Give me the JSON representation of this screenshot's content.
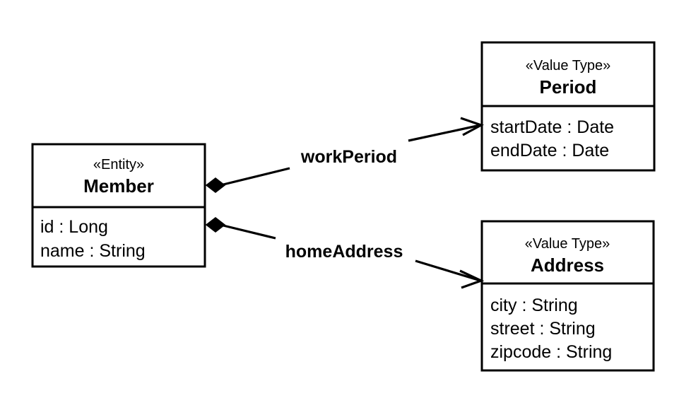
{
  "diagram": {
    "kind": "uml-class-diagram",
    "background_color": "#ffffff",
    "line_color": "#000000"
  },
  "classes": {
    "member": {
      "stereotype": "«Entity»",
      "name": "Member",
      "attributes": [
        "id : Long",
        "name : String"
      ]
    },
    "period": {
      "stereotype": "«Value Type»",
      "name": "Period",
      "attributes": [
        "startDate : Date",
        "endDate : Date"
      ]
    },
    "address": {
      "stereotype": "«Value Type»",
      "name": "Address",
      "attributes": [
        "city : String",
        "street : String",
        "zipcode : String"
      ]
    }
  },
  "associations": [
    {
      "label": "workPeriod",
      "from": "Member",
      "to": "Period",
      "source_decoration": "filled-diamond",
      "target_decoration": "open-arrow"
    },
    {
      "label": "homeAddress",
      "from": "Member",
      "to": "Address",
      "source_decoration": "filled-diamond",
      "target_decoration": "open-arrow"
    }
  ]
}
